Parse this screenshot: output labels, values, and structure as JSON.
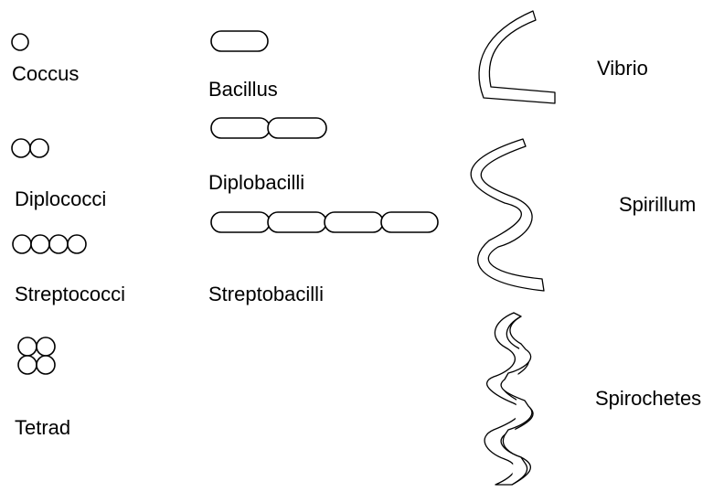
{
  "labels": {
    "coccus": "Coccus",
    "diplococci": "Diplococci",
    "streptococci": "Streptococci",
    "tetrad": "Tetrad",
    "bacillus": "Bacillus",
    "diplobacilli": "Diplobacilli",
    "streptobacilli": "Streptobacilli",
    "vibrio": "Vibrio",
    "spirillum": "Spirillum",
    "spirochetes": "Spirochetes"
  },
  "colors": {
    "stroke": "#000000",
    "background": "#ffffff"
  }
}
